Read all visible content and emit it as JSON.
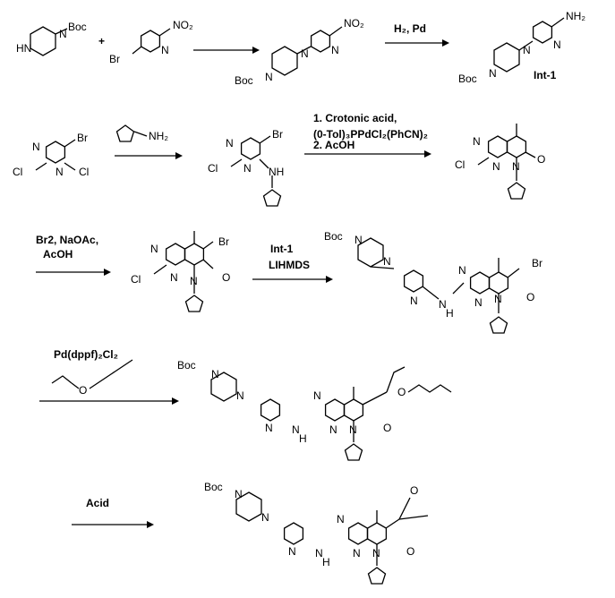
{
  "reagents": {
    "step1": "H₂, Pd",
    "step3a": "1. Crotonic acid,",
    "step3b": "(0-Tol)₃PPdCl₂(PhCN)₂",
    "step3c": "2. AcOH",
    "step4a": "Br2, NaOAc,",
    "step4b": "AcOH",
    "step5a": "Int-1",
    "step5b": "LIHMDS",
    "step6": "Pd(dppf)₂Cl₂",
    "step7": "Acid"
  },
  "labels": {
    "int1": "Int-1",
    "plus": "+"
  },
  "atoms": {
    "boc": "Boc",
    "n": "N",
    "hn": "HN",
    "nh": "NH",
    "h": "H",
    "br": "Br",
    "cl": "Cl",
    "o": "O",
    "no2": "NO₂",
    "nh2": "NH₂"
  }
}
